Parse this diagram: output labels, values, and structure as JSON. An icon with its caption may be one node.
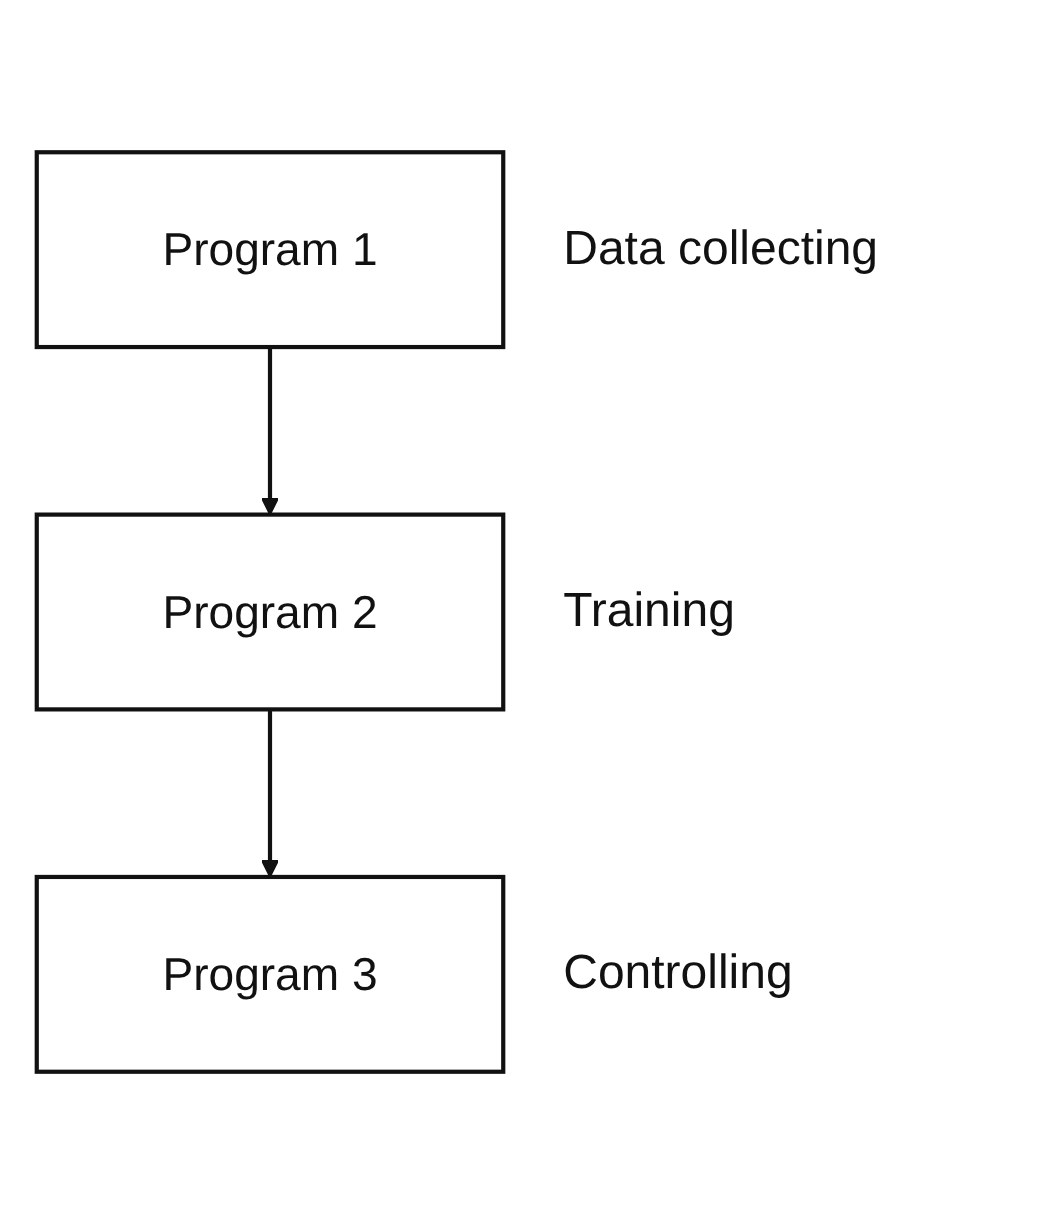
{
  "diagram": {
    "nodes": [
      {
        "text": [
          "Program 1"
        ],
        "beside": [
          "Data collecting"
        ]
      },
      {
        "text": [
          "Program 2"
        ],
        "beside": [
          "Training"
        ]
      },
      {
        "text": [
          "Program 3"
        ],
        "beside": [
          "Controlling"
        ]
      }
    ],
    "edges": [
      {
        "from": 0,
        "to": 1,
        "arrow": "to"
      },
      {
        "from": 1,
        "to": 2,
        "arrow": "to"
      }
    ]
  }
}
